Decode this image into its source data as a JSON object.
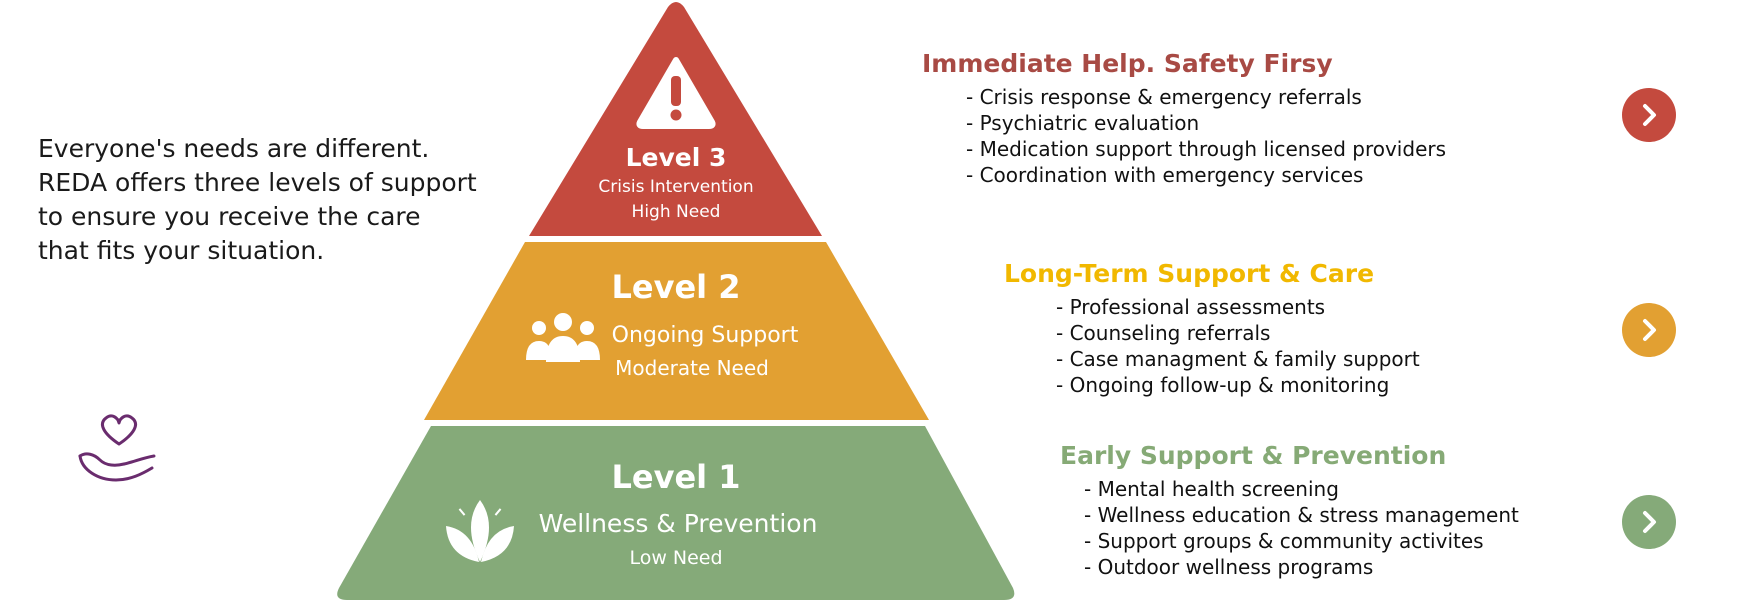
{
  "intro": {
    "text": "Everyone's needs are different. REDA offers three levels of support to ensure you receive the care that fits your situation."
  },
  "colors": {
    "level3": "#c44a3e",
    "level2": "#e2a032",
    "level1": "#85aa79",
    "title3": "#a84a44",
    "title2": "#f1b800",
    "title1": "#86aa76",
    "hand": "#6a2c6e"
  },
  "icons": {
    "hand": "hand-heart-icon",
    "level3": "warning-icon",
    "level2": "people-icon",
    "level1": "lotus-icon",
    "arrow": "chevron-right-icon"
  },
  "pyramid": {
    "level3": {
      "title": "Level 3",
      "line1": "Crisis Intervention",
      "line2": "High Need"
    },
    "level2": {
      "title": "Level 2",
      "line1": "Ongoing Support",
      "line2": "Moderate Need"
    },
    "level1": {
      "title": "Level 1",
      "line1": "Wellness & Prevention",
      "line2": "Low Need"
    }
  },
  "sections": {
    "level3": {
      "title": "Immediate Help. Safety Firsy",
      "items": [
        "- Crisis response & emergency referrals",
        "- Psychiatric evaluation",
        "- Medication support through licensed providers",
        "- Coordination with emergency services"
      ]
    },
    "level2": {
      "title": "Long-Term Support & Care",
      "items": [
        "- Professional assessments",
        "- Counseling referrals",
        "- Case managment & family support",
        "- Ongoing follow-up & monitoring"
      ]
    },
    "level1": {
      "title": "Early Support & Prevention",
      "items": [
        "- Mental health screening",
        "- Wellness education & stress management",
        "- Support groups & community activites",
        "- Outdoor wellness programs"
      ]
    }
  }
}
